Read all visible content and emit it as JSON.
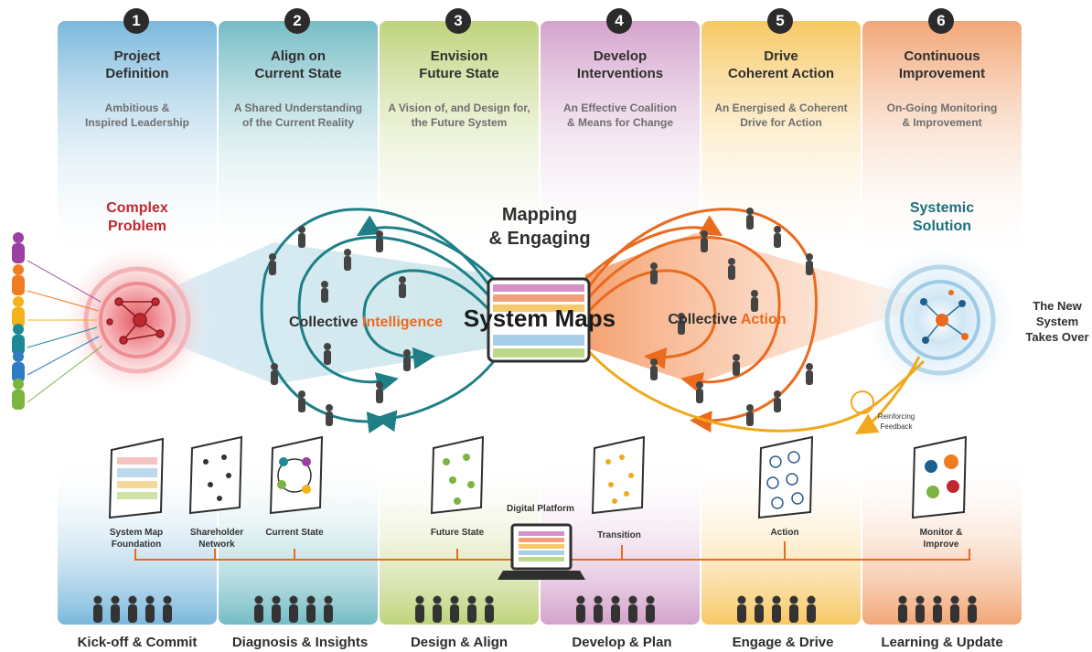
{
  "columns": [
    {
      "number": "1",
      "title": "Project\nDefinition",
      "subtitle": "Ambitious &\nInspired Leadership",
      "footer": "Kick-off & Commit",
      "color": "#7ab8dc"
    },
    {
      "number": "2",
      "title": "Align on\nCurrent State",
      "subtitle": "A Shared Understanding\nof the Current Reality",
      "footer": "Diagnosis & Insights",
      "color": "#74bcc5"
    },
    {
      "number": "3",
      "title": "Envision\nFuture State",
      "subtitle": "A Vision of, and Design for,\nthe Future System",
      "footer": "Design & Align",
      "color": "#bed37a"
    },
    {
      "number": "4",
      "title": "Develop\nInterventions",
      "subtitle": "An Effective Coalition\n& Means for Change",
      "footer": "Develop & Plan",
      "color": "#d4a2cc"
    },
    {
      "number": "5",
      "title": "Drive\nCoherent Action",
      "subtitle": "An Energised & Coherent\nDrive for Action",
      "footer": "Engage & Drive",
      "color": "#f7c863"
    },
    {
      "number": "6",
      "title": "Continuous\nImprovement",
      "subtitle": "On-Going Monitoring\n& Improvement",
      "footer": "Learning & Update",
      "color": "#f2a676"
    }
  ],
  "center": {
    "complex_problem": "Complex\nProblem",
    "systemic_solution": "Systemic\nSolution",
    "mapping": "Mapping\n& Engaging",
    "system_maps": "System Maps",
    "ci_prefix": "Collective ",
    "ci_word": "Intelligence",
    "ca_prefix": "Collective ",
    "ca_word": "Action",
    "new_system": "The New\nSystem\nTakes Over",
    "reinforcing": "Reinforcing\nFeedback"
  },
  "deliverables": {
    "system_map_foundation": "System Map\nFoundation",
    "shareholder_network": "Shareholder\nNetwork",
    "current_state": "Current State",
    "future_state": "Future State",
    "digital_platform": "Digital Platform",
    "transition": "Transition",
    "action": "Action",
    "monitor_improve": "Monitor &\nImprove"
  },
  "colors": {
    "teal": "#1e7f86",
    "orange": "#ea6a1e",
    "red": "#c0282f",
    "dark": "#2f2f2f",
    "amber": "#f0a91c"
  }
}
